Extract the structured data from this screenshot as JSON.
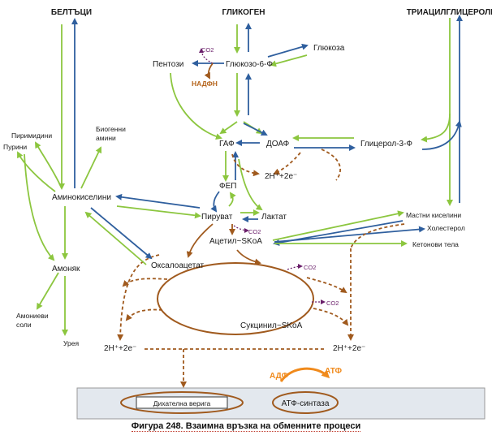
{
  "labels": {
    "beltatsi": "БЕЛТЪЦИ",
    "glikogen": "ГЛИКОГЕН",
    "triacil": "ТРИАЦИЛГЛИЦЕРОЛИ",
    "glukoza": "Глюкоза",
    "g6f": "Глюкозо-6-Ф",
    "pentozi": "Пентози",
    "nadfn": "НАДФН",
    "co2": "CO2",
    "gaf": "ГАФ",
    "doaf": "ДОАФ",
    "glicerol3f": "Глицерол-3-Ф",
    "pirimidini": "Пиримидини",
    "purini": "Пурини",
    "biogenni1": "Биогенни",
    "biogenni2": "амини",
    "aminokis": "Аминокиселини",
    "fep": "ФЕП",
    "h2e_top": "2H⁺+2e⁻",
    "piruvat": "Пируват",
    "laktat": "Лактат",
    "mastni": "Мастни киселини",
    "holesterol": "Холестерол",
    "acetil": "Ацетил~SKoA",
    "ketonovi": "Кетонови тела",
    "amoniak": "Амоняк",
    "oksalo": "Оксалоацетат",
    "amonievi1": "Амониеви",
    "amonievi2": "соли",
    "sukcinil": "Сукцинил~SKoA",
    "urea": "Урея",
    "h2e_left": "2H⁺+2e⁻",
    "h2e_right": "2H⁺+2e⁻",
    "adf": "АДФ",
    "atf": "АТФ",
    "dihatelna": "Дихателна верига",
    "atf_sintaza": "АТФ-синтаза"
  },
  "caption": "Фигура 248. Взаимна връзка на обменните процеси",
  "colors": {
    "anabolic": "#8cc63f",
    "catabolic": "#2f5f9e",
    "energy": "#a05a1e",
    "co2": "#6a1e6a",
    "adf_atf": "#f08a1c",
    "panel": "#e3e8ee"
  }
}
